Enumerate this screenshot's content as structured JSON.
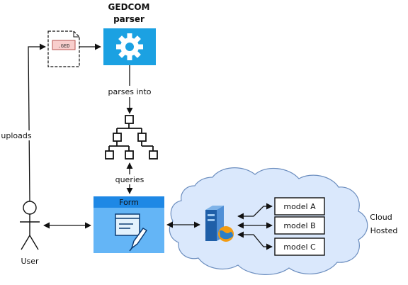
{
  "parser": {
    "line1": "GEDCOM",
    "line2": "parser"
  },
  "file": {
    "extension": ".GED"
  },
  "edges": {
    "parses_into": "parses into",
    "uploads": "uploads",
    "queries": "queries"
  },
  "form": {
    "title": "Form"
  },
  "user": {
    "label": "User"
  },
  "cloud": {
    "line1": "Cloud",
    "line2": "Hosted"
  },
  "models": [
    {
      "label": "model A"
    },
    {
      "label": "model B"
    },
    {
      "label": "model C"
    }
  ],
  "icons": {
    "parser": "gear-icon",
    "file": "file-icon",
    "tree": "tree-hierarchy-icon",
    "form": "form-edit-icon",
    "user": "stick-figure-icon",
    "server": "web-server-icon",
    "cloud": "cloud-icon"
  },
  "colors": {
    "parser_fill": "#1ba1e2",
    "form_header": "#1e88e5",
    "form_body": "#64b5f6",
    "cloud_fill": "#dae8fc",
    "file_tag": "#f8cecc"
  }
}
